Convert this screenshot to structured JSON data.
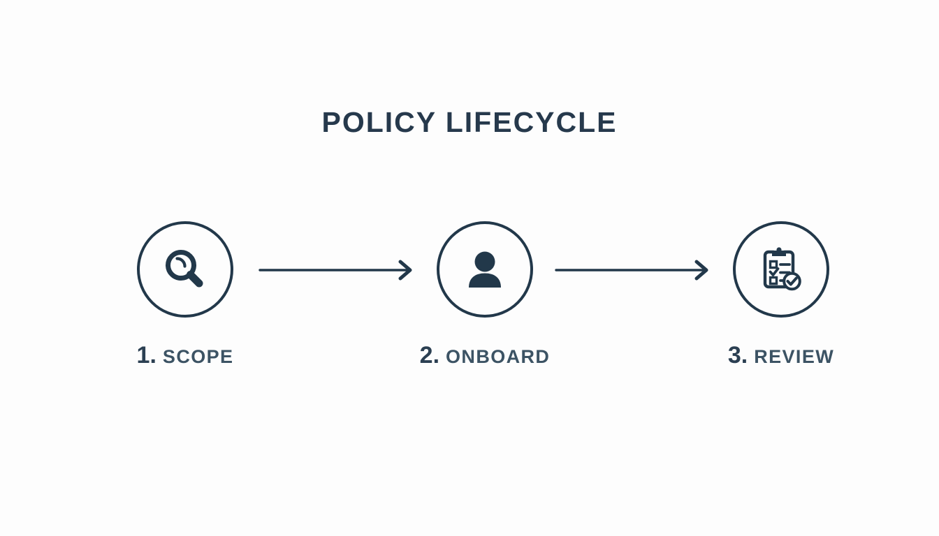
{
  "page": {
    "background_color": "#fdfdfd",
    "accent_color": "#22384a",
    "label_color": "#3c5364"
  },
  "header": {
    "title": "POLICY LIFECYCLE"
  },
  "flow": {
    "type": "process-flow",
    "steps": [
      {
        "number": "1.",
        "label": "SCOPE",
        "icon": "magnifier-icon"
      },
      {
        "number": "2.",
        "label": "ONBOARD",
        "icon": "person-icon"
      },
      {
        "number": "3.",
        "label": "REVIEW",
        "icon": "clipboard-check-icon"
      }
    ],
    "connectors": [
      {
        "name": "arrow-1",
        "from": "SCOPE",
        "to": "ONBOARD",
        "glyph": "arrow-right-icon"
      },
      {
        "name": "arrow-2",
        "from": "ONBOARD",
        "to": "REVIEW",
        "glyph": "arrow-right-icon"
      }
    ]
  }
}
